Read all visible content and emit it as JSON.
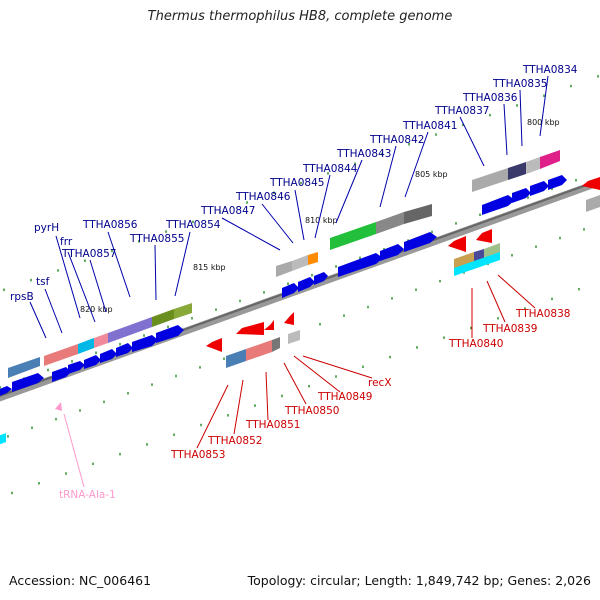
{
  "title": "Thermus thermophilus HB8, complete genome",
  "footer": {
    "accession": "Accession: NC_006461",
    "summary": "Topology: circular; Length: 1,849,742 bp; Genes: 2,026"
  },
  "colors": {
    "forward_gene": "#0000e0",
    "reverse_gene": "#ee0000",
    "trna": "#ff99cc",
    "label_forward": "#00008b",
    "label_reverse": "#cc0000",
    "axis": "#777777",
    "tick": "#1f8a1f"
  },
  "scale": {
    "kbp_labels": [
      "800 kbp",
      "805 kbp",
      "810 kbp",
      "815 kbp",
      "820 kbp"
    ]
  },
  "genes": {
    "forward_labels": [
      "rpsB",
      "tsf",
      "pyrH",
      "frr",
      "TTHA0857",
      "TTHA0856",
      "TTHA0855",
      "TTHA0854",
      "TTHA0847",
      "TTHA0846",
      "TTHA0845",
      "TTHA0844",
      "TTHA0843",
      "TTHA0842",
      "TTHA0841",
      "TTHA0837",
      "TTHA0836",
      "TTHA0835",
      "TTHA0834"
    ],
    "reverse_labels": [
      "TTHA0853",
      "TTHA0852",
      "TTHA0851",
      "TTHA0850",
      "TTHA0849",
      "recX",
      "TTHA0840",
      "TTHA0839",
      "TTHA0838"
    ],
    "rna_labels": [
      "tRNA-Ala-1"
    ]
  }
}
